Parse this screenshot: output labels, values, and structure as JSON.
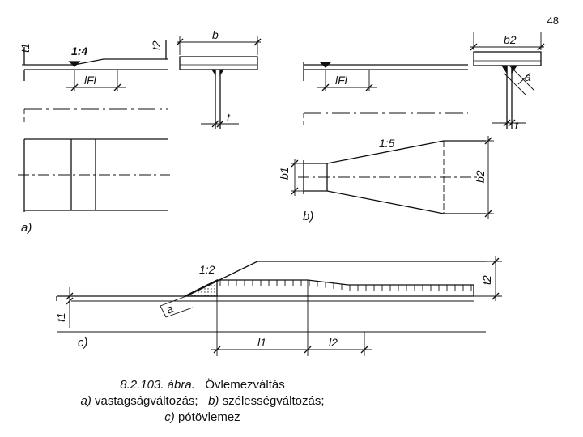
{
  "page_number": "48",
  "diagram": {
    "labels": {
      "t1": "t1",
      "t2": "t2",
      "ratio_a": "1:4",
      "lfl": "lFl",
      "b": "b",
      "t": "t",
      "b2": "b2",
      "a": "a",
      "ratio_b": "1:5",
      "b1": "b1",
      "ratio_c": "1:2",
      "l1": "l1",
      "l2": "l2"
    },
    "panel_labels": {
      "a": "a)",
      "b": "b)",
      "c": "c)"
    }
  },
  "caption": {
    "line1_ref": "8.2.103. ábra.",
    "line1_title": "Övlemezváltás",
    "line2_a_key": "a)",
    "line2_a_text": "vastagságváltozás;",
    "line2_b_key": "b)",
    "line2_b_text": "szélességváltozás;",
    "line3_c_key": "c)",
    "line3_c_text": "pótövlemez"
  }
}
